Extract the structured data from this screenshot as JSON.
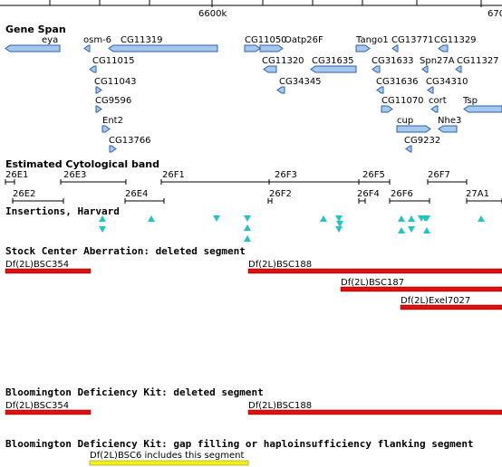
{
  "ruler": {
    "ticks": [
      "6600k",
      "670"
    ]
  },
  "tracks": {
    "gene_span": {
      "title": "Gene Span",
      "genes": [
        {
          "name": "eya",
          "dir": "left"
        },
        {
          "name": "osm-6",
          "dir": "left"
        },
        {
          "name": "CG11319",
          "dir": "left"
        },
        {
          "name": "CG11050",
          "dir": "right"
        },
        {
          "name": "Oatp26F",
          "dir": "right"
        },
        {
          "name": "Tango1",
          "dir": "right"
        },
        {
          "name": "CG13771",
          "dir": "left"
        },
        {
          "name": "CG11329",
          "dir": "left"
        },
        {
          "name": "CG11015",
          "dir": "left"
        },
        {
          "name": "CG11320",
          "dir": "left"
        },
        {
          "name": "CG31635",
          "dir": "left"
        },
        {
          "name": "CG31633",
          "dir": "left"
        },
        {
          "name": "Spn27A",
          "dir": "left"
        },
        {
          "name": "CG11327",
          "dir": "left"
        },
        {
          "name": "CG11043",
          "dir": "right"
        },
        {
          "name": "CG34345",
          "dir": "left"
        },
        {
          "name": "CG31636",
          "dir": "left"
        },
        {
          "name": "CG34310",
          "dir": "left"
        },
        {
          "name": "CG9596",
          "dir": "right"
        },
        {
          "name": "CG11070",
          "dir": "right"
        },
        {
          "name": "cort",
          "dir": "left"
        },
        {
          "name": "Tsp",
          "dir": "left"
        },
        {
          "name": "Ent2",
          "dir": "right"
        },
        {
          "name": "cup",
          "dir": "right"
        },
        {
          "name": "Nhe3",
          "dir": "left"
        },
        {
          "name": "CG13766",
          "dir": "right"
        },
        {
          "name": "CG9232",
          "dir": "left"
        }
      ]
    },
    "cyto_band": {
      "title": "Estimated Cytological band",
      "bands": [
        "26E1",
        "26E3",
        "26F1",
        "26F3",
        "26F5",
        "26F7",
        "26E2",
        "26E4",
        "26F2",
        "26F4",
        "26F6",
        "27A1"
      ]
    },
    "insertions": {
      "title": "Insertions, Harvard",
      "color": "#22c4c4",
      "count": 20
    },
    "stock_center": {
      "title": "Stock Center Aberration: deleted segment",
      "color": "#e01010",
      "segments": [
        "Df(2L)BSC354",
        "Df(2L)BSC188",
        "Df(2L)BSC187",
        "Df(2L)Exel7027"
      ]
    },
    "bloom_kit": {
      "title": "Bloomington Deficiency Kit: deleted segment",
      "color": "#e01010",
      "segments": [
        "Df(2L)BSC354",
        "Df(2L)BSC188"
      ]
    },
    "bloom_gap": {
      "title": "Bloomington Deficiency Kit: gap filling or haploinsufficiency flanking segment",
      "color": "#f2f21a",
      "segments": [
        "Df(2L)BSC6 includes this segment"
      ]
    }
  }
}
